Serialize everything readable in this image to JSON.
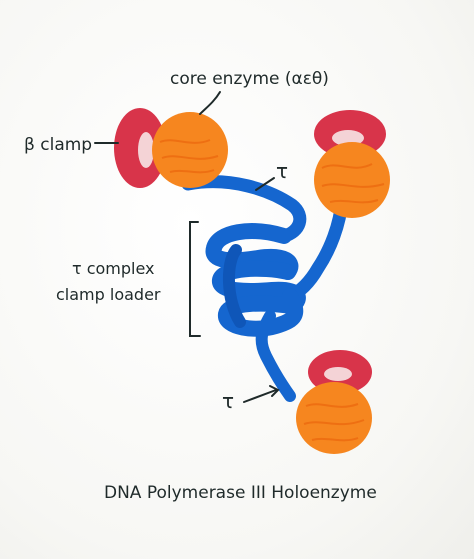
{
  "labels": {
    "core_enzyme": "core enzyme (αεθ)",
    "beta_clamp": "β clamp",
    "tau_top": "τ",
    "tau_bottom": "τ",
    "tau_complex_line1": "τ complex",
    "tau_complex_line2": "clamp loader",
    "title": "DNA Polymerase III Holoenzyme"
  },
  "colors": {
    "clamp_red": "#d8344a",
    "core_orange": "#f6861f",
    "tau_blue": "#1566cf",
    "ink": "#1f2a2a"
  }
}
